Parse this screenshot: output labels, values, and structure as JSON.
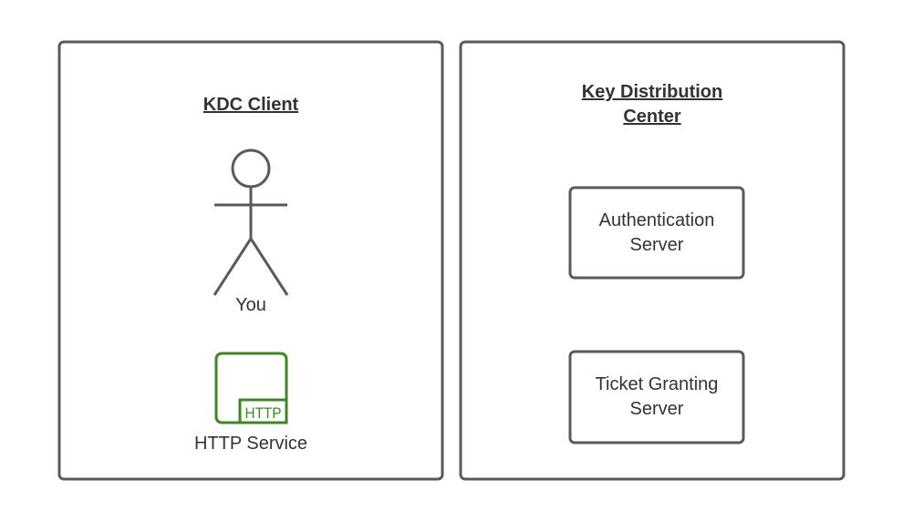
{
  "kdc_client": {
    "title": "KDC Client",
    "actor_label": "You",
    "service_label": "HTTP Service",
    "service_icon": "http-service-icon",
    "service_icon_text": "HTTP"
  },
  "kdc": {
    "title_line1": "Key Distribution",
    "title_line2": "Center",
    "auth_server": {
      "line1": "Authentication",
      "line2": "Server"
    },
    "tgs": {
      "line1": "Ticket Granting",
      "line2": "Server"
    }
  },
  "colors": {
    "stroke": "#5a5a5a",
    "text": "#333333",
    "icon": "#3f8624"
  }
}
